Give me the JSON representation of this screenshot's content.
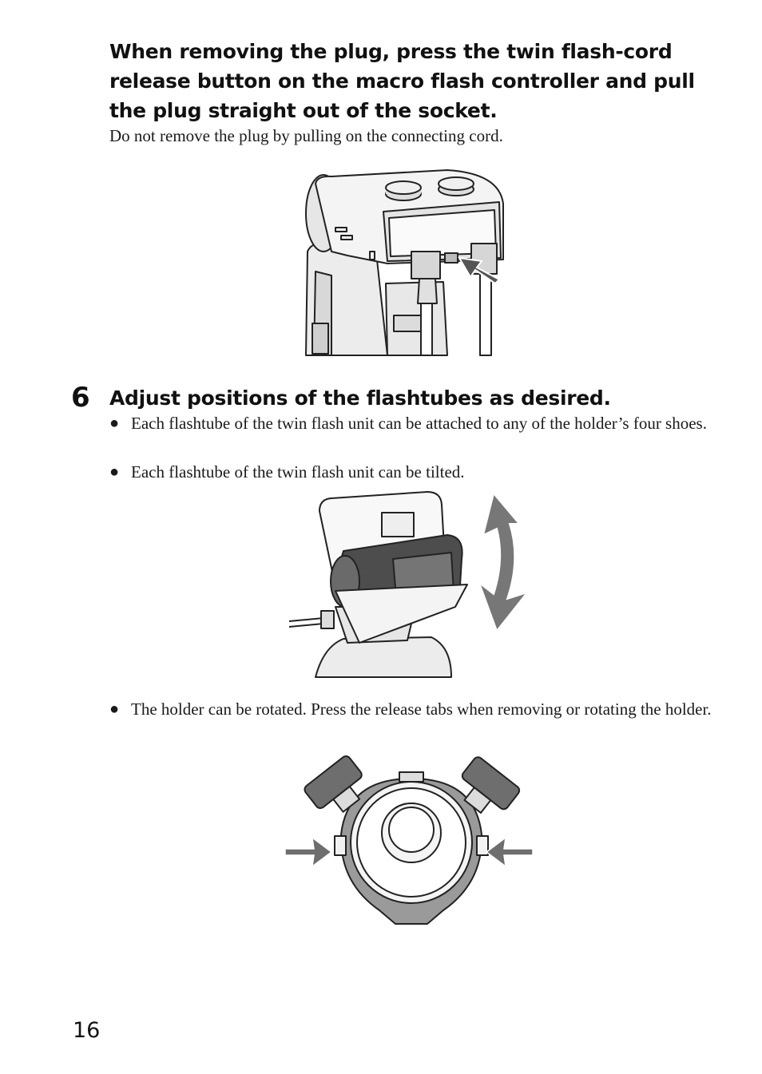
{
  "section_top": {
    "heading": "When removing the plug, press the twin flash-cord release button on the macro flash controller and pull the plug straight out of the socket.",
    "note": "Do not remove the plug by pulling on the connecting cord."
  },
  "step6": {
    "number": "6",
    "heading": "Adjust positions of the flashtubes as desired.",
    "bullet_symbol": "●",
    "bullets": [
      "Each flashtube of the twin flash unit can be attached to any of the holder’s four shoes.",
      "Each flashtube of the twin flash unit can be tilted.",
      "The holder can be rotated. Press the release tabs when removing or rotating the holder."
    ]
  },
  "footer": {
    "page_number": "16"
  }
}
